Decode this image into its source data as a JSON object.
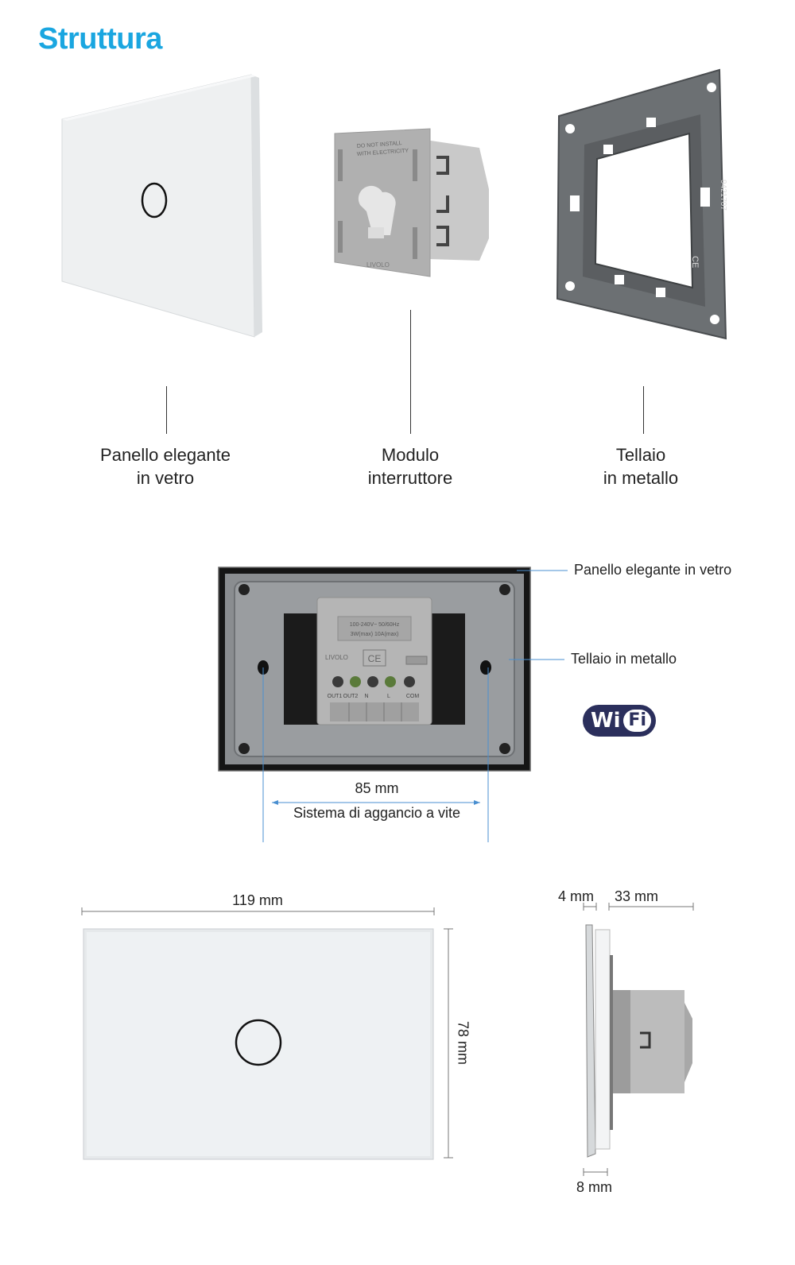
{
  "title": "Struttura",
  "components": [
    {
      "line1": "Panello elegante",
      "line2": "in vetro"
    },
    {
      "line1": "Modulo",
      "line2": "interruttore"
    },
    {
      "line1": "Tellaio",
      "line2": "in metallo"
    }
  ],
  "module_print": {
    "warning_line1": "DO NOT INSTALL",
    "warning_line2": "WITH ELECTRICITY",
    "brand": "LIVOLO"
  },
  "frame_print": {
    "code": "9421707",
    "mark": "CE"
  },
  "back_view": {
    "callout_glass": "Panello elegante in vetro",
    "callout_frame": "Tellaio in metallo",
    "spacing": "85 mm",
    "spacing_caption": "Sistema di aggancio a vite",
    "rating_line1": "100-240V~ 50/60Hz",
    "rating_line2": "3W(max) 10A(max)",
    "brand": "LIVOLO",
    "mark": "CE",
    "terminals": [
      "OUT1",
      "OUT2",
      "N",
      "L",
      "COM"
    ]
  },
  "wifi_badge": {
    "left": "Wi",
    "right": "Fi"
  },
  "dimensions": {
    "width": "119 mm",
    "height": "78 mm",
    "glass_thickness": "4 mm",
    "depth": "33 mm",
    "base_thickness": "8 mm"
  },
  "colors": {
    "accent": "#1aa6e0",
    "wifi_dark": "#2b2f5c",
    "frame_gray": "#6b6f72",
    "module_gray": "#a9a9a9",
    "callout_line": "#4a8fd0"
  }
}
